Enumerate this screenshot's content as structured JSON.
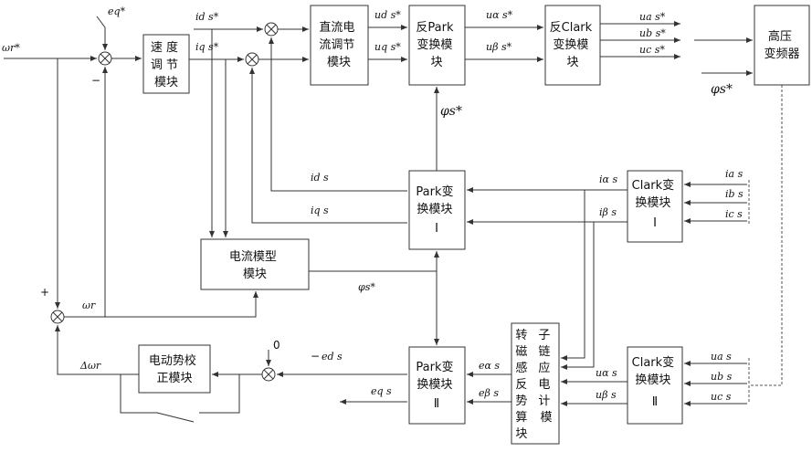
{
  "blocks": {
    "speed_reg": [
      "速  度",
      "调  节",
      "模块"
    ],
    "dc_current_reg": [
      "直流电",
      "流调节",
      "模块"
    ],
    "inv_park": [
      "反Park",
      "变换模",
      "块"
    ],
    "inv_clark": [
      "反Clark",
      "变换模",
      "块"
    ],
    "hv_inverter": [
      "高压",
      "变频器"
    ],
    "park1": [
      "Park变",
      "换模块",
      "Ⅰ"
    ],
    "clark1": [
      "Clark变",
      "换模块",
      "Ⅰ"
    ],
    "current_model": [
      "电流模型",
      "模块"
    ],
    "park2": [
      "Park变",
      "换模块",
      "Ⅱ"
    ],
    "rotor_emf": [
      "转",
      "磁",
      "感",
      "反",
      "势",
      "算",
      "块",
      "子",
      "链",
      "应",
      "电",
      "计",
      "模"
    ],
    "clark2": [
      "Clark变",
      "换模块",
      "Ⅱ"
    ],
    "emf_correction": [
      "电动势校",
      "正模块"
    ]
  },
  "signals": {
    "omega_r_star": "ωr*",
    "e_q_star": "eq*",
    "id_s_star": "id s*",
    "iq_s_star": "iq s*",
    "ud_s_star": "ud s*",
    "uq_s_star": "uq s*",
    "ualpha_s_star": "uα s*",
    "ubeta_s_star": "uβ s*",
    "ua_s_star": "ua s*",
    "ub_s_star": "ub s*",
    "uc_s_star": "uc s*",
    "phi_s_star": "φs*",
    "id_s": "id s",
    "iq_s": "iq s",
    "ialpha_s": "iα s",
    "ibeta_s": "iβ s",
    "ia_s": "ia s",
    "ib_s": "ib s",
    "ic_s": "ic s",
    "omega_r": "ωr",
    "delta_omega_r": "Δωr",
    "e_d_s": "ed s",
    "e_q_s": "eq s",
    "ealpha_s": "eα s",
    "ebeta_s": "eβ s",
    "ualpha_s": "uα s",
    "ubeta_s": "uβ s",
    "ua_s": "ua s",
    "ub_s": "ub s",
    "uc_s": "uc s"
  },
  "signs": {
    "plus": "+",
    "minus": "−",
    "zero": "0"
  }
}
